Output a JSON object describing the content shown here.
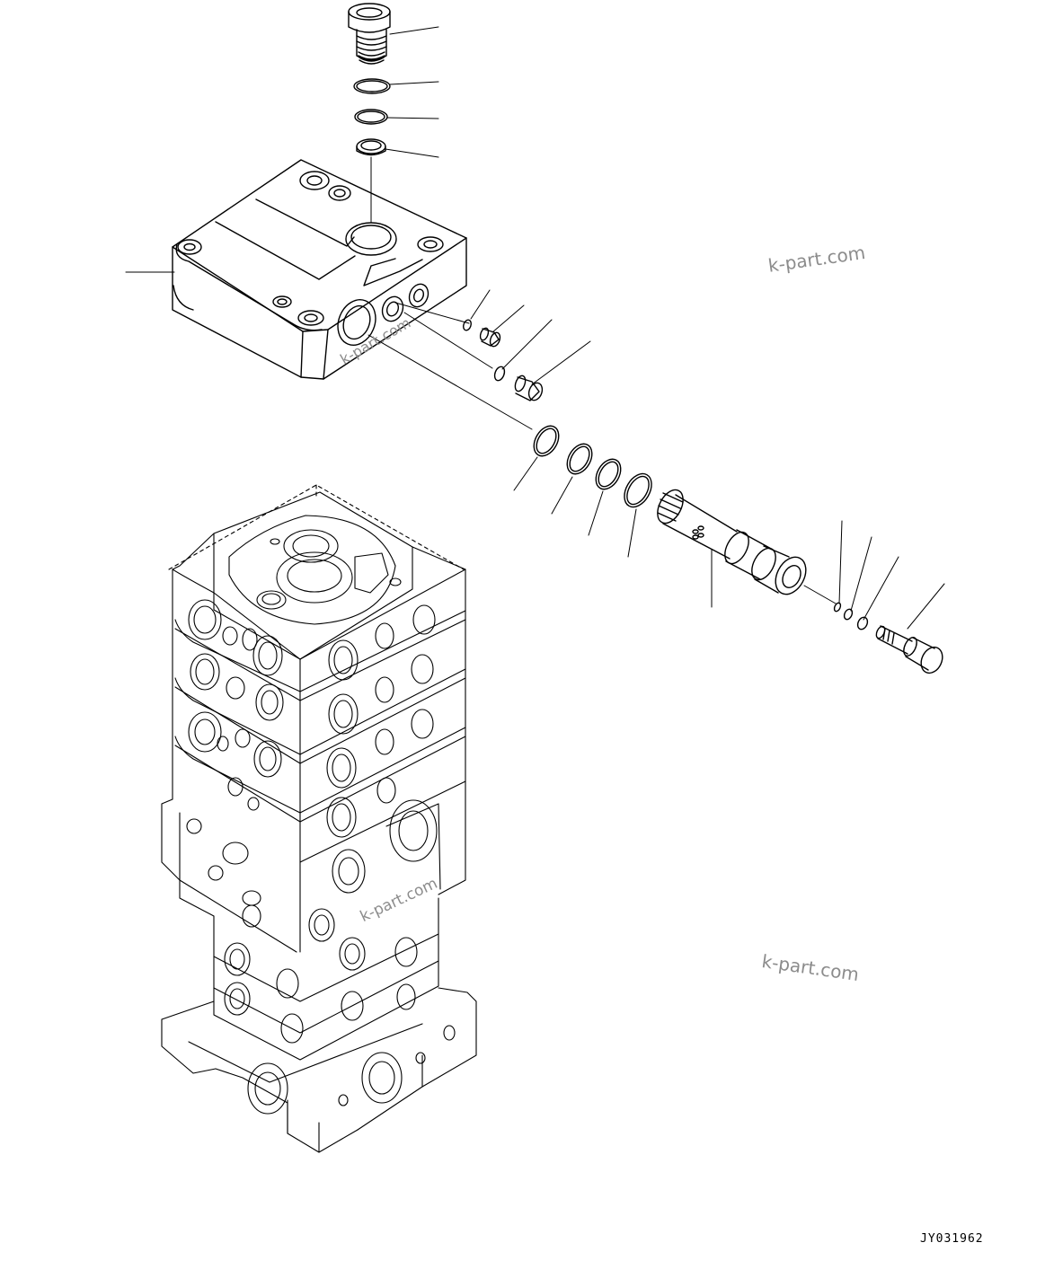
{
  "drawing_code": "JY031962",
  "watermarks": [
    "k-part.com",
    "k-part.com",
    "k-part.com",
    "k-part.com"
  ],
  "colors": {
    "line": "#000000",
    "watermark": "#8c8c8c",
    "background": "#ffffff"
  }
}
